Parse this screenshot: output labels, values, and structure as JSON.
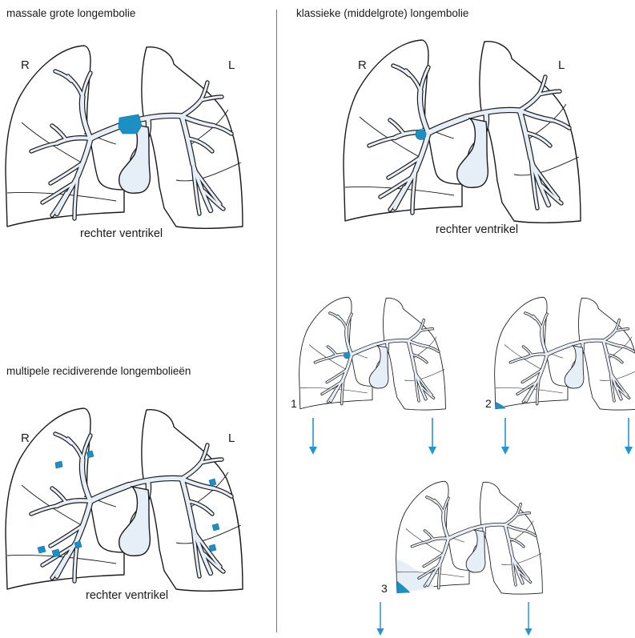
{
  "colors": {
    "outline": "#1a1a1a",
    "vessel_fill": "#e6eef8",
    "embolus": "#1c8fc4",
    "arrow": "#2196d3",
    "divider": "#777777"
  },
  "panels": {
    "massive": {
      "title": "massale grote longembolie",
      "left_label": "R",
      "right_label": "L",
      "caption": "rechter ventrikel"
    },
    "classic": {
      "title": "klassieke (middelgrote) longembolie",
      "left_label": "R",
      "right_label": "L",
      "caption": "rechter ventrikel"
    },
    "multiple": {
      "title": "multipele recidiverende longembolieën",
      "left_label": "R",
      "right_label": "L",
      "caption": "rechter ventrikel"
    },
    "sequence": {
      "steps": [
        "1",
        "2",
        "3"
      ]
    }
  }
}
